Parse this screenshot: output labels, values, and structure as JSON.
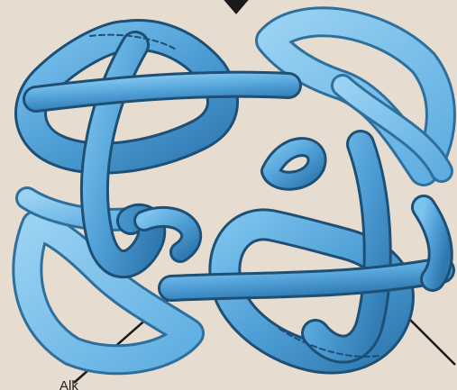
{
  "figure": {
    "subject": "ribbon-tube-protein-subunits",
    "subunit_count": 4,
    "colors": {
      "background": "#e6dcd0",
      "dark_subunit": "#4f9fd6",
      "light_subunit": "#74bde8",
      "outline": "#1e4f74",
      "line": "#1a1a1a"
    },
    "partial_label": "Alk"
  }
}
